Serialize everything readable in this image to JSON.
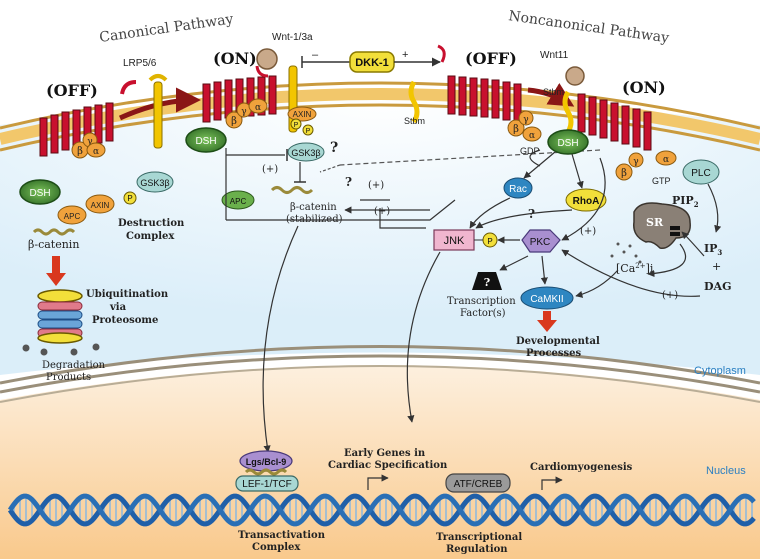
{
  "pathways": {
    "canonical_title": "Canonical Pathway",
    "noncanonical_title": "Noncanonical Pathway"
  },
  "states": {
    "off": "(OFF)",
    "on": "(ON)"
  },
  "ligands": {
    "wnt1_3a": "Wnt-1/3a",
    "wnt11": "Wnt11",
    "dkk1": "DKK-1",
    "minus": "–",
    "plus": "+"
  },
  "receptors": {
    "lrp56": "LRP5/6",
    "stbm": "Stbm"
  },
  "proteins": {
    "dsh": "DSH",
    "apc": "APC",
    "axin": "AXIN",
    "gsk3b": "GSK3β",
    "p": "P",
    "beta": "β",
    "gamma": "γ",
    "alpha": "α",
    "gdp": "GDP",
    "gtp": "GTP",
    "plc": "PLC",
    "pip2": "PIP",
    "pip2_sub": "2",
    "ip3": "IP",
    "ip3_sub": "3",
    "dag": "DAG",
    "sr": "SR",
    "ca": "[Ca",
    "ca_sup": "2+",
    "ca_tail": "]i",
    "rac": "Rac",
    "rhoa": "RhoA",
    "jnk": "JNK",
    "pkc": "PKC",
    "camkii": "CaMKII",
    "q": "?"
  },
  "labels": {
    "beta_catenin": "β-catenin",
    "beta_catenin_stab_1": "β-catenin",
    "beta_catenin_stab_2": "(stabilized)",
    "destruction_1": "Destruction",
    "destruction_2": "Complex",
    "ubiq_1": "Ubiquitination",
    "ubiq_2": "via",
    "ubiq_3": "Proteosome",
    "degr_1": "Degradation",
    "degr_2": "Products",
    "tf_1": "Transcription",
    "tf_2": "Factor(s)",
    "dev_1": "Developmental",
    "dev_2": "Processes",
    "cytoplasm": "Cytoplasm",
    "nucleus": "Nucleus",
    "lgs": "Lgs/Bcl-9",
    "lef": "LEF-1/TCF",
    "early_1": "Early Genes in",
    "early_2": "Cardiac Specification",
    "atf": "ATF/CREB",
    "cardio": "Cardiomyogenesis",
    "transact_1": "Transactivation",
    "transact_2": "Complex",
    "transreg_1": "Transcriptional",
    "transreg_2": "Regulation",
    "plus_paren": "(+)"
  },
  "colors": {
    "receptor": "#c8102e",
    "membrane": "#f2c76b",
    "cytoplasm": "#e4f1fa",
    "nucleus": "#fbe4c8",
    "dsh": "#4a8b3a",
    "g_protein": "#f0a23c",
    "gsk3b": "#a8d7d3",
    "jnk": "#f0b6cf",
    "pkc": "#a98fd0",
    "camkii": "#2e86c1",
    "rac": "#2e86c1",
    "rhoa": "#f2df3a",
    "accent_red": "#d9381e",
    "dna_blue": "#2a6fb5"
  }
}
